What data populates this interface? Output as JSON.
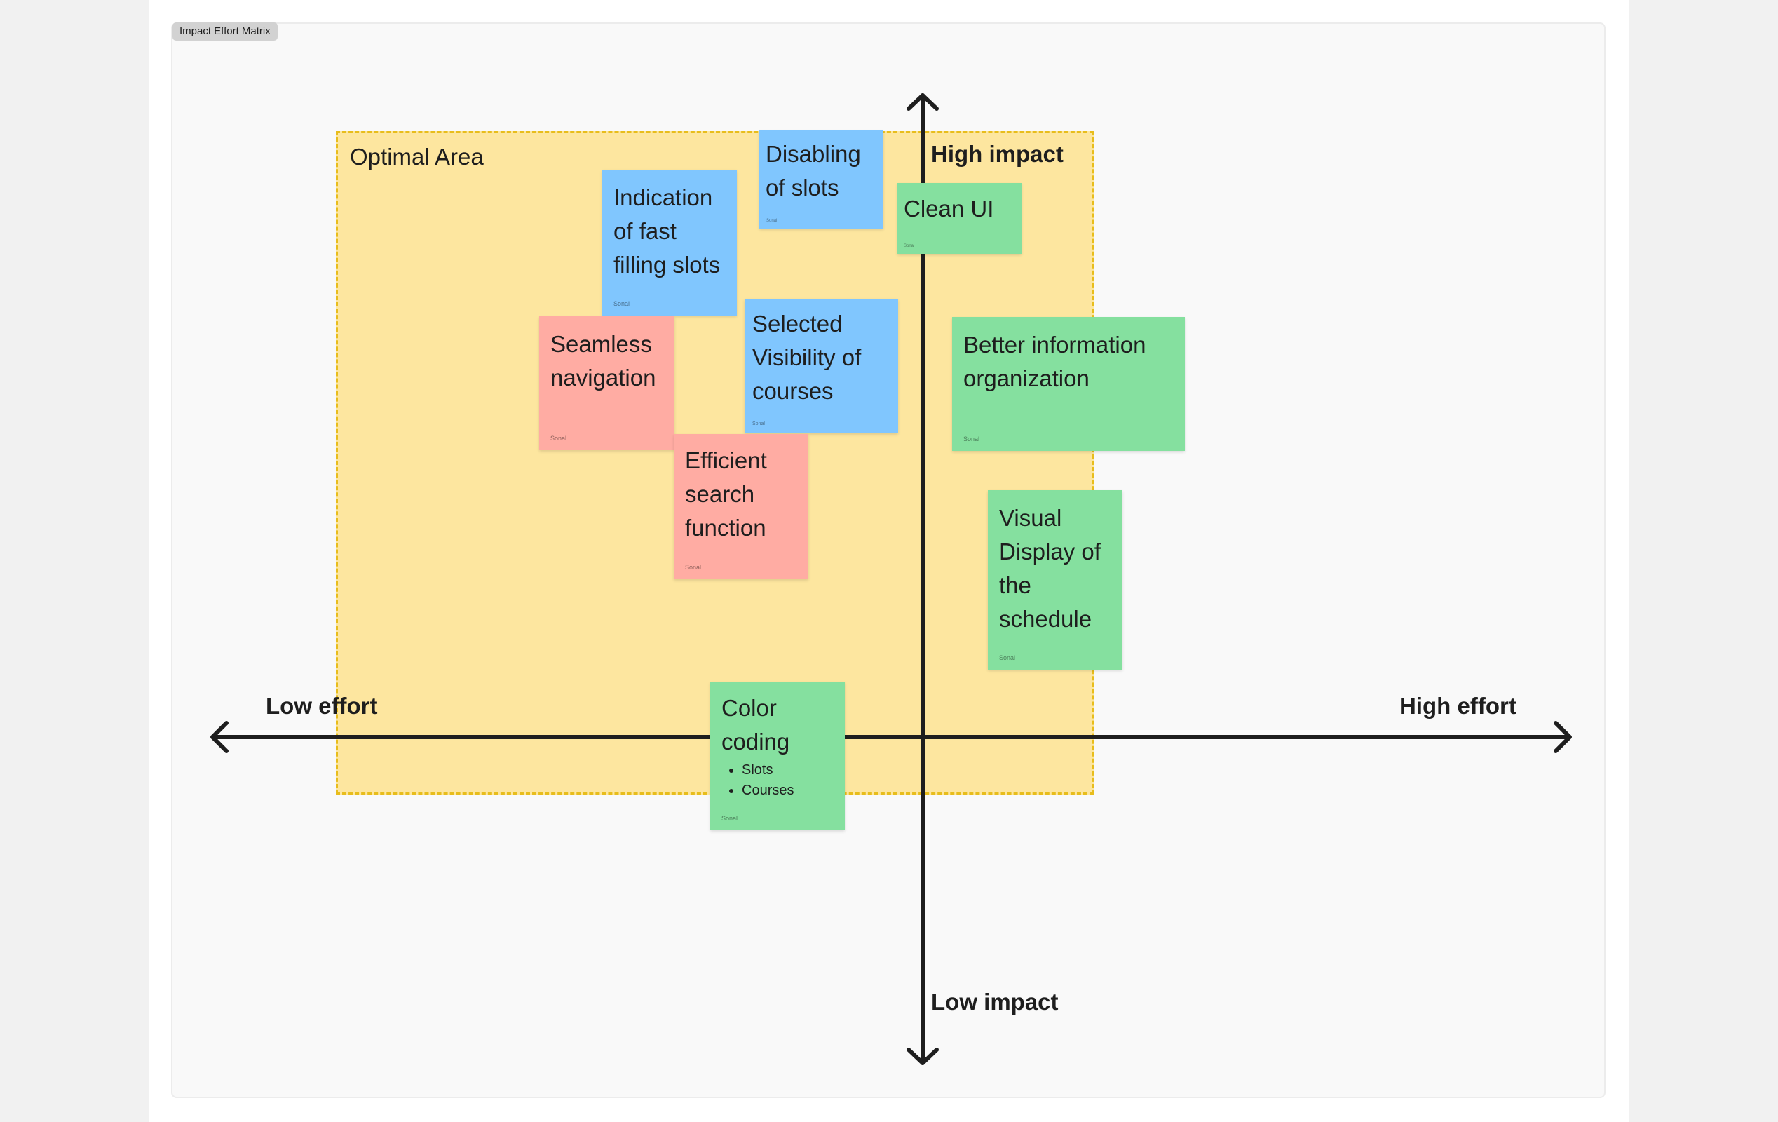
{
  "frame": {
    "label": "Impact Effort Matrix"
  },
  "optimal_area": {
    "label": "Optimal Area"
  },
  "axes": {
    "high_impact": "High impact",
    "low_impact": "Low impact",
    "low_effort": "Low effort",
    "high_effort": "High effort"
  },
  "colors": {
    "blue_note": "#80c6fe",
    "green_note": "#85e09f",
    "red_note": "#ffaca3",
    "optimal_fill": "#fde69f",
    "optimal_border": "#e8bd1c",
    "axis": "#1e1e1e"
  },
  "notes": [
    {
      "id": "disabling-slots",
      "text": "Disabling of slots",
      "author": "Sonal",
      "color": "blue"
    },
    {
      "id": "indication-fast-filling",
      "text": "Indication of fast filling slots",
      "author": "Sonal",
      "color": "blue"
    },
    {
      "id": "clean-ui",
      "text": "Clean UI",
      "author": "Sonal",
      "color": "green"
    },
    {
      "id": "seamless-navigation",
      "text": "Seamless navigation",
      "author": "Sonal",
      "color": "red"
    },
    {
      "id": "selected-visibility",
      "text": "Selected Visibility of courses",
      "author": "Sonal",
      "color": "blue"
    },
    {
      "id": "better-info-org",
      "text": "Better information organization",
      "author": "Sonal",
      "color": "green"
    },
    {
      "id": "efficient-search",
      "text": "Efficient search function",
      "author": "Sonal",
      "color": "red"
    },
    {
      "id": "visual-schedule",
      "text": "Visual Display of the schedule",
      "author": "Sonal",
      "color": "green"
    },
    {
      "id": "color-coding",
      "text": "Color coding",
      "author": "Sonal",
      "color": "green",
      "bullets": [
        "Slots",
        "Courses"
      ]
    }
  ]
}
